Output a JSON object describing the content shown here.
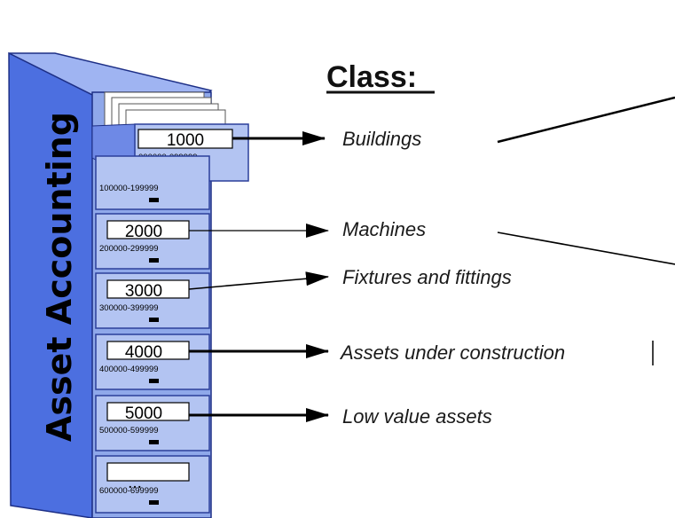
{
  "cabinet": {
    "title": "Asset Accounting",
    "colors": {
      "front": "#8fa8ea",
      "side": "#4c6fe0",
      "top": "#9fb4f2",
      "drawer": "#b3c4f2",
      "drawer_border": "#2b3f9a"
    }
  },
  "heading": "Class:",
  "drawers": [
    {
      "code": "1000",
      "range": "000000-099999",
      "label": "Buildings"
    },
    {
      "code": "",
      "range": "100000-199999",
      "label": ""
    },
    {
      "code": "2000",
      "range": "200000-299999",
      "label": "Machines"
    },
    {
      "code": "3000",
      "range": "300000-399999",
      "label": "Fixtures and fittings"
    },
    {
      "code": "4000",
      "range": "400000-499999",
      "label": "Assets under construction"
    },
    {
      "code": "5000",
      "range": "500000-599999",
      "label": "Low value assets"
    },
    {
      "code": "...",
      "range": "600000-699999",
      "label": ""
    }
  ]
}
